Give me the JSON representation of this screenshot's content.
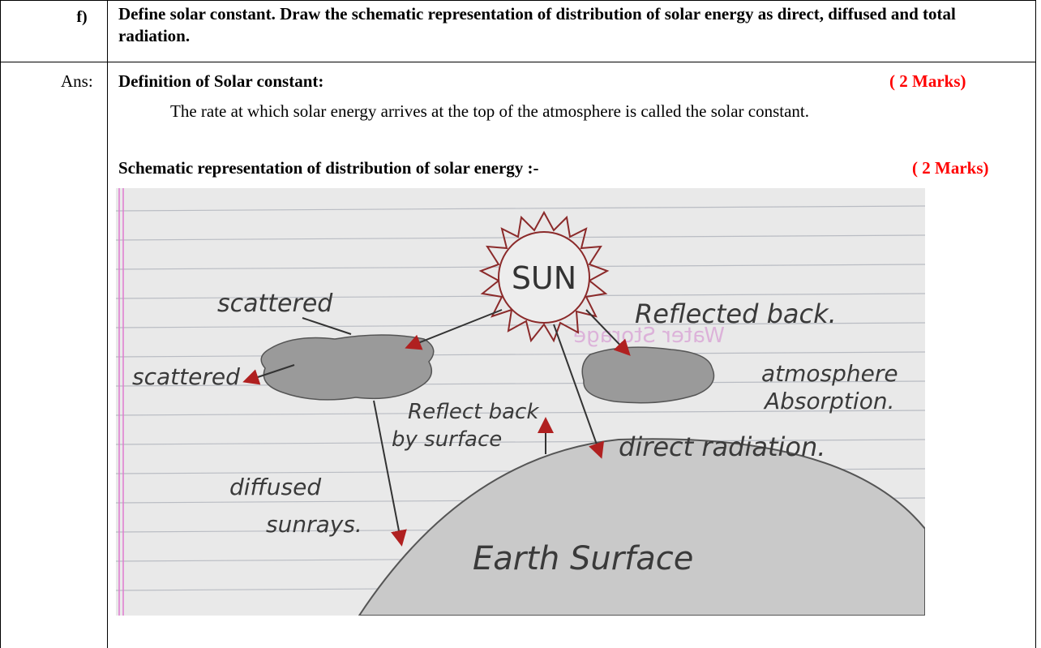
{
  "question": {
    "number": "f)",
    "text": "Define solar constant. Draw the schematic representation of distribution of solar energy as direct, diffused and total radiation."
  },
  "answer": {
    "label": "Ans:",
    "definition_title": "Definition of Solar constant:",
    "definition_marks": "( 2 Marks)",
    "definition_text": "The rate at which solar energy arrives at the top of the atmosphere is called the solar constant.",
    "schematic_title": "Schematic representation of distribution of solar energy :-",
    "schematic_marks": "( 2 Marks)"
  },
  "diagram": {
    "sun": "SUN",
    "scattered_top": "scattered",
    "scattered_left": "scattered",
    "reflected_back": "Reflected back.",
    "atmosphere": "atmosphere",
    "absorption": "Absorption.",
    "reflect_back": "Reflect back",
    "by_surface": "by surface",
    "direct_radiation": "direct radiation.",
    "diffused": "diffused",
    "sunrays": "sunrays.",
    "earth_surface": "Earth Surface"
  },
  "colors": {
    "marks": "#ff0000",
    "margin_line": "#e07bd0",
    "ruled_line": "#b9bcc3"
  }
}
